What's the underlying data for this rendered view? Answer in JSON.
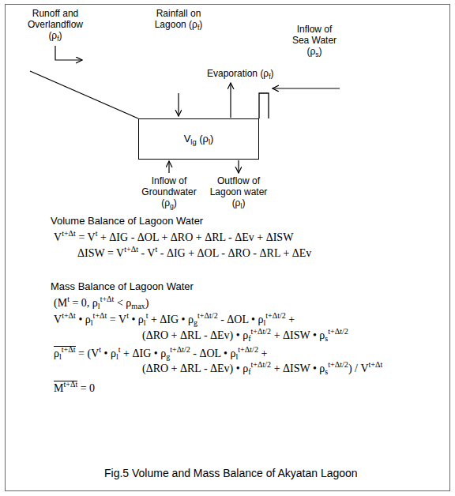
{
  "diagram": {
    "caption": "Fig.5 Volume and Mass Balance of Akyatan Lagoon",
    "nodes": [
      {
        "text": [
          "Vlg (ρl)"
        ]
      }
    ],
    "labels": [
      "Runoff and Overlandflow (ρf)",
      "Rainfall on Lagoon (ρf)",
      "Evaporation (ρf)",
      "Inflow of Sea Water (ρs)",
      "Inflow of Groundwater (ρg)",
      "Outflow of Lagoon water (ρl)",
      "Volume Balance of Lagoon Water",
      "Vt+Δt = Vt + ΔIG - ΔOL + ΔRO + ΔRL - ΔEv + ΔISW",
      "ΔISW = Vt+Δt - Vt - ΔIG + ΔOL - ΔRO - ΔRL + ΔEv",
      "Mass Balance of Lagoon Water",
      "(Mt = 0,  ρlt+Δt < ρmax)",
      "Vt+Δt • ρlt+Δt = Vt • ρlt + ΔIG • ρgt+Δt/2 - ΔOL • ρlt+Δt/2 +",
      "(ΔRO + ΔRL - ΔEv) • ρft+Δt/2 + ΔISW • ρst+Δt/2",
      "ρlt+Δt = (Vt • ρlt + ΔIG • ρgt+Δt/2 - ΔOL • ρlt+Δt/2 +",
      "(ΔRO + ΔRL - ΔEv) • ρft+Δt/2 + ΔISW • ρst+Δt/2) / Vt+Δt",
      "Mt+Δt = 0"
    ]
  }
}
